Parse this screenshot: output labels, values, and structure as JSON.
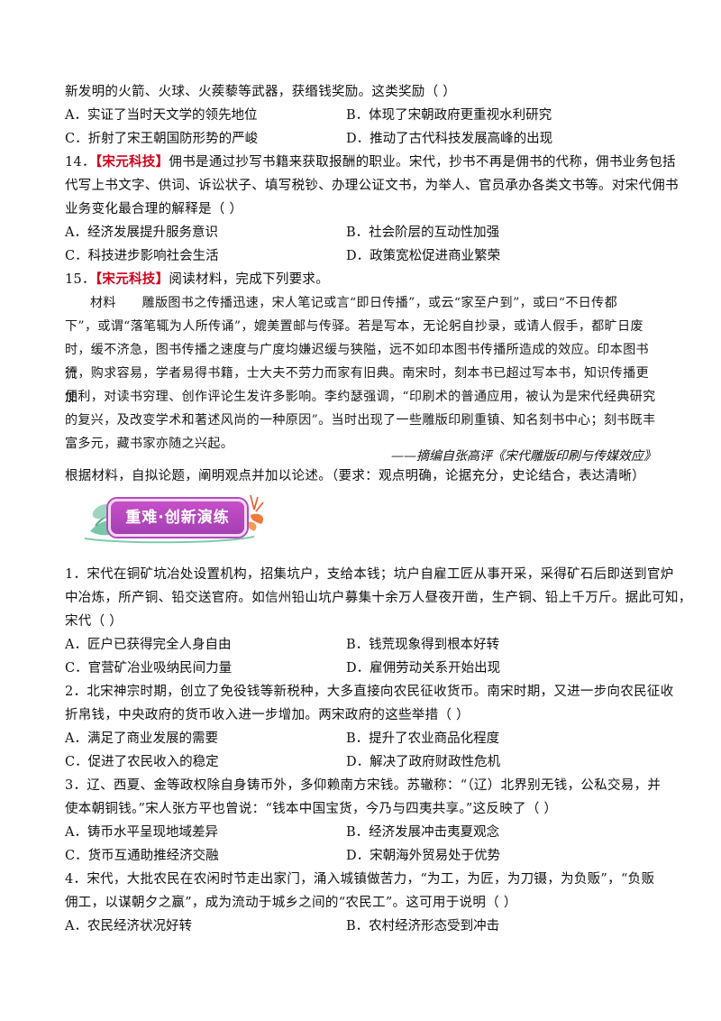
{
  "q13": {
    "stem_tail": "新发明的火箭、火球、火蒺藜等武器，获缗钱奖励。这类奖励（        ）",
    "A": "A．实证了当时天文学的领先地位",
    "B": "B．体现了宋朝政府更重视水利研究",
    "C": "C．折射了宋王朝国防形势的严峻",
    "D": "D．推动了古代科技发展高峰的出现"
  },
  "q14": {
    "num": "14．",
    "tag": "【宋元科技】",
    "line1": "佣书是通过抄写书籍来获取报酬的职业。宋代，抄书不再是佣书的代称，佣书业务包括",
    "line2": "代写上书文字、供词、诉讼状子、填写税钞、办理公证文书，为举人、官员承办各类文书等。对宋代佣书",
    "line3": "业务变化最合理的解释是（        ）",
    "A": "A．经济发展提升服务意识",
    "B": "B．社会阶层的互动性加强",
    "C": "C．科技进步影响社会生活",
    "D": "D．政策宽松促进商业繁荣"
  },
  "q15": {
    "num": "15．",
    "tag": "【宋元科技】",
    "intro": "阅读材料，完成下列要求。",
    "material": [
      "材料　　雕版图书之传播迅速，宋人笔记或言“即日传播”，或云“家至户到”，或曰“不日传都",
      "下”，或谓“落笔辄为人所传诵”，媲美置邮与传驿。若是写本，无论躬自抄录，或请人假手，都旷日废",
      "时，缓不济急，图书传播之速度与广度均嫌迟缓与狭隘，远不如印本图书传播所造成的效应。印本图书流",
      "行，购求容易，学者易得书籍，士大夫不劳力而家有旧典。南宋时，刻本书已超过写本书，知识传播更加",
      "便利，对读书穷理、创作评论生发许多影响。李约瑟强调，“印刷术的普通应用，被认为是宋代经典研究",
      "的复兴，及改变学术和著述风尚的一种原因”。当时出现了一些雕版印刷重镇、知名刻书中心；刻书既丰",
      "富多元，藏书家亦随之兴起。"
    ],
    "source": "——摘编自张高评《宋代雕版印刷与传媒效应》",
    "requirement": "根据材料，自拟论题，阐明观点并加以论述。（要求：观点明确，论据充分，史论结合，表达清晰）"
  },
  "banner": {
    "title": "重难·创新演练"
  },
  "n1": {
    "line1": "1．宋代在铜矿坑冶处设置机构，招集坑户，支给本钱；坑户自雇工匠从事开采，采得矿石后即送到官炉",
    "line2": "中冶炼，所产铜、铅交送官府。如信州铅山坑户募集十余万人昼夜开凿，生产铜、铅上千万斤。据此可知，",
    "line3": "宋代（        ）",
    "A": "A．匠户已获得完全人身自由",
    "B": "B．钱荒现象得到根本好转",
    "C": "C．官营矿冶业吸纳民间力量",
    "D": "D．雇佣劳动关系开始出现"
  },
  "n2": {
    "line1": "2．北宋神宗时期，创立了免役钱等新税种，大多直接向农民征收货币。南宋时期，又进一步向农民征收",
    "line2": "折帛钱，中央政府的货币收入进一步增加。两宋政府的这些举措（        ）",
    "A": "A．满足了商业发展的需要",
    "B": "B．提升了农业商品化程度",
    "C": "C．促进了农民收入的稳定",
    "D": "D．解决了政府财政性危机"
  },
  "n3": {
    "line1": "3．辽、西夏、金等政权除自身铸币外，多仰赖南方宋钱。苏辙称：“（辽）北界别无钱，公私交易，并",
    "line2": "使本朝铜钱。”宋人张方平也曾说：“钱本中国宝货，今乃与四夷共享。”这反映了（        ）",
    "A": "A．铸币水平呈现地域差异",
    "B": "B．经济发展冲击夷夏观念",
    "C": "C．货币互通助推经济交融",
    "D": "D．宋朝海外贸易处于优势"
  },
  "n4": {
    "line1": "4．宋代，大批农民在农闲时节走出家门，涌入城镇做苦力，“为工，为匠，为刀镊，为负贩”，“负贩",
    "line2": "佣工，以谋朝夕之赢”，成为流动于城乡之间的“农民工”。这可用于说明（        ）",
    "A": "A．农民经济状况好转",
    "B": "B．农村经济形态受到冲击"
  }
}
